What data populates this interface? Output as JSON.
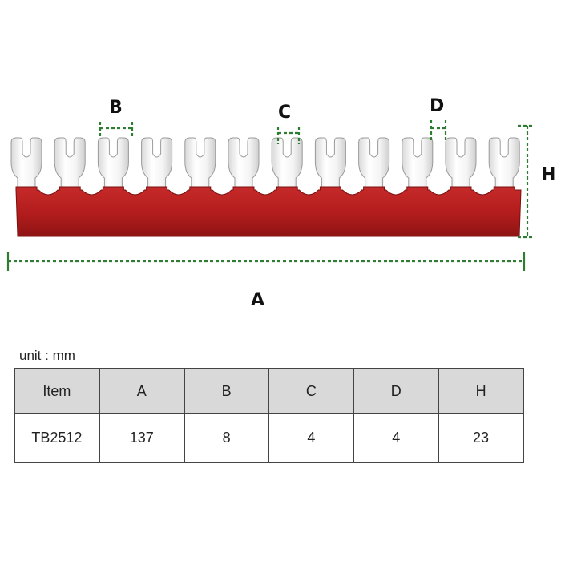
{
  "dimension_labels": {
    "A": "A",
    "B": "B",
    "C": "C",
    "D": "D",
    "H": "H"
  },
  "terminal_count": 12,
  "colors": {
    "bar": "#b81f1f",
    "fork": "#f2f2f2",
    "dimension_line": "#2e7d32"
  },
  "unit_label": "unit : mm",
  "table": {
    "headers": [
      "Item",
      "A",
      "B",
      "C",
      "D",
      "H"
    ],
    "rows": [
      [
        "TB2512",
        "137",
        "8",
        "4",
        "4",
        "23"
      ]
    ]
  }
}
